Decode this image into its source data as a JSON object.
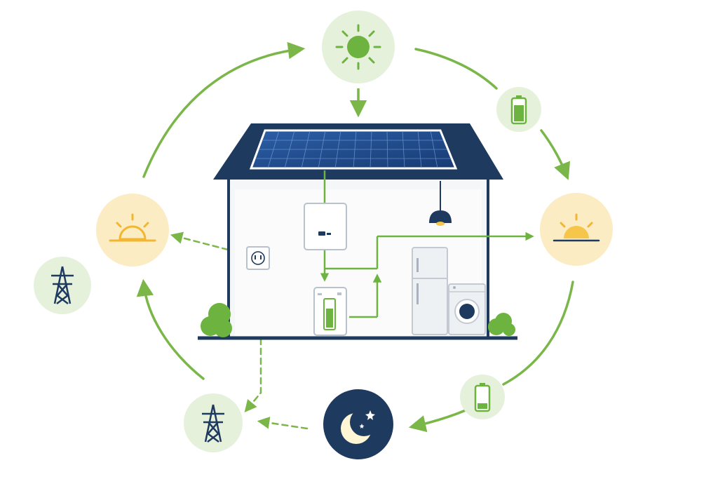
{
  "nodes": {
    "sun": {
      "icon": "sun-icon"
    },
    "battery_full_top": {
      "icon": "battery-full-icon",
      "level": 0.75
    },
    "sunset_right": {
      "icon": "sunset-icon"
    },
    "battery_low_bottom": {
      "icon": "battery-low-icon",
      "level": 0.25
    },
    "night": {
      "icon": "moon-icon"
    },
    "grid_bottom": {
      "icon": "transmission-tower-icon"
    },
    "grid_left": {
      "icon": "transmission-tower-icon"
    },
    "sunrise_left": {
      "icon": "sunrise-icon"
    }
  },
  "house": {
    "solar_panel": {
      "icon": "solar-panel-icon"
    },
    "inverter": {
      "icon": "inverter-icon"
    },
    "home_battery": {
      "icon": "home-battery-icon",
      "level": 0.7
    },
    "power_outlet": {
      "icon": "power-outlet-icon"
    },
    "lamp": {
      "icon": "pendant-lamp-icon"
    },
    "fridge": {
      "icon": "refrigerator-icon"
    },
    "washer": {
      "icon": "washing-machine-icon"
    }
  },
  "colors": {
    "accent_green": "#7ab648",
    "light_green_circle": "#e6f1dc",
    "sun_green": "#6cb33f",
    "warm_yellow_circle": "#fbecc4",
    "sun_yellow": "#f2b630",
    "navy": "#1e3a5f",
    "panel_blue": "#1e4a8a"
  }
}
